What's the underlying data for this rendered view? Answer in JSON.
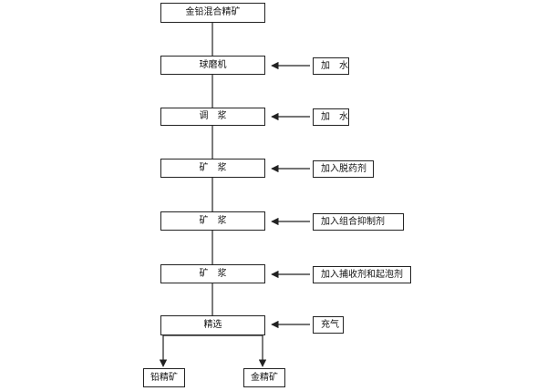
{
  "flow": {
    "feed": "金铅混合精矿",
    "steps": [
      "球磨机",
      "调　浆",
      "矿　浆",
      "矿　浆",
      "矿　浆",
      "精选"
    ],
    "additions": [
      "加　水",
      "加　水",
      "加入脱药剂",
      "加入组合抑制剂",
      "加入捕收剂和起泡剂",
      "充气"
    ],
    "products": [
      "铅精矿",
      "金精矿"
    ]
  },
  "colors": {
    "line": "#222222",
    "text": "#111111",
    "background": "#ffffff"
  }
}
